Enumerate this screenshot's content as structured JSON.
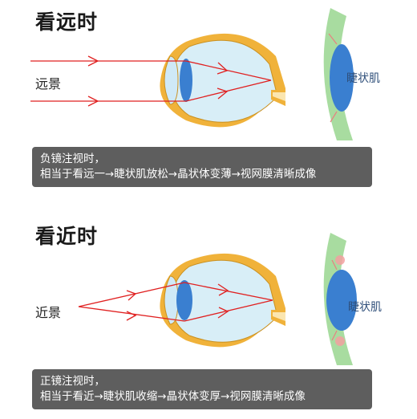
{
  "far": {
    "title": "看远时",
    "scene_label": "远景",
    "muscle_label": "睫状肌",
    "caption_line1": "负镜注视时，",
    "caption_line2": "相当于看远一→睫状肌放松→晶状体变薄→视网膜清晰成像"
  },
  "near": {
    "title": "看近时",
    "scene_label": "近景",
    "muscle_label": "睫状肌",
    "caption_line1": "正镜注视时，",
    "caption_line2": "相当于看近→睫状肌收缩→晶状体变厚→视网膜清晰成像"
  },
  "colors": {
    "ray": "#e02020",
    "sclera": "#f0b23a",
    "vitreous": "#d8eef7",
    "lens": "#3a7fd0",
    "ciliary": "#a8dca0",
    "caption_bg": "#5e5e5e"
  }
}
